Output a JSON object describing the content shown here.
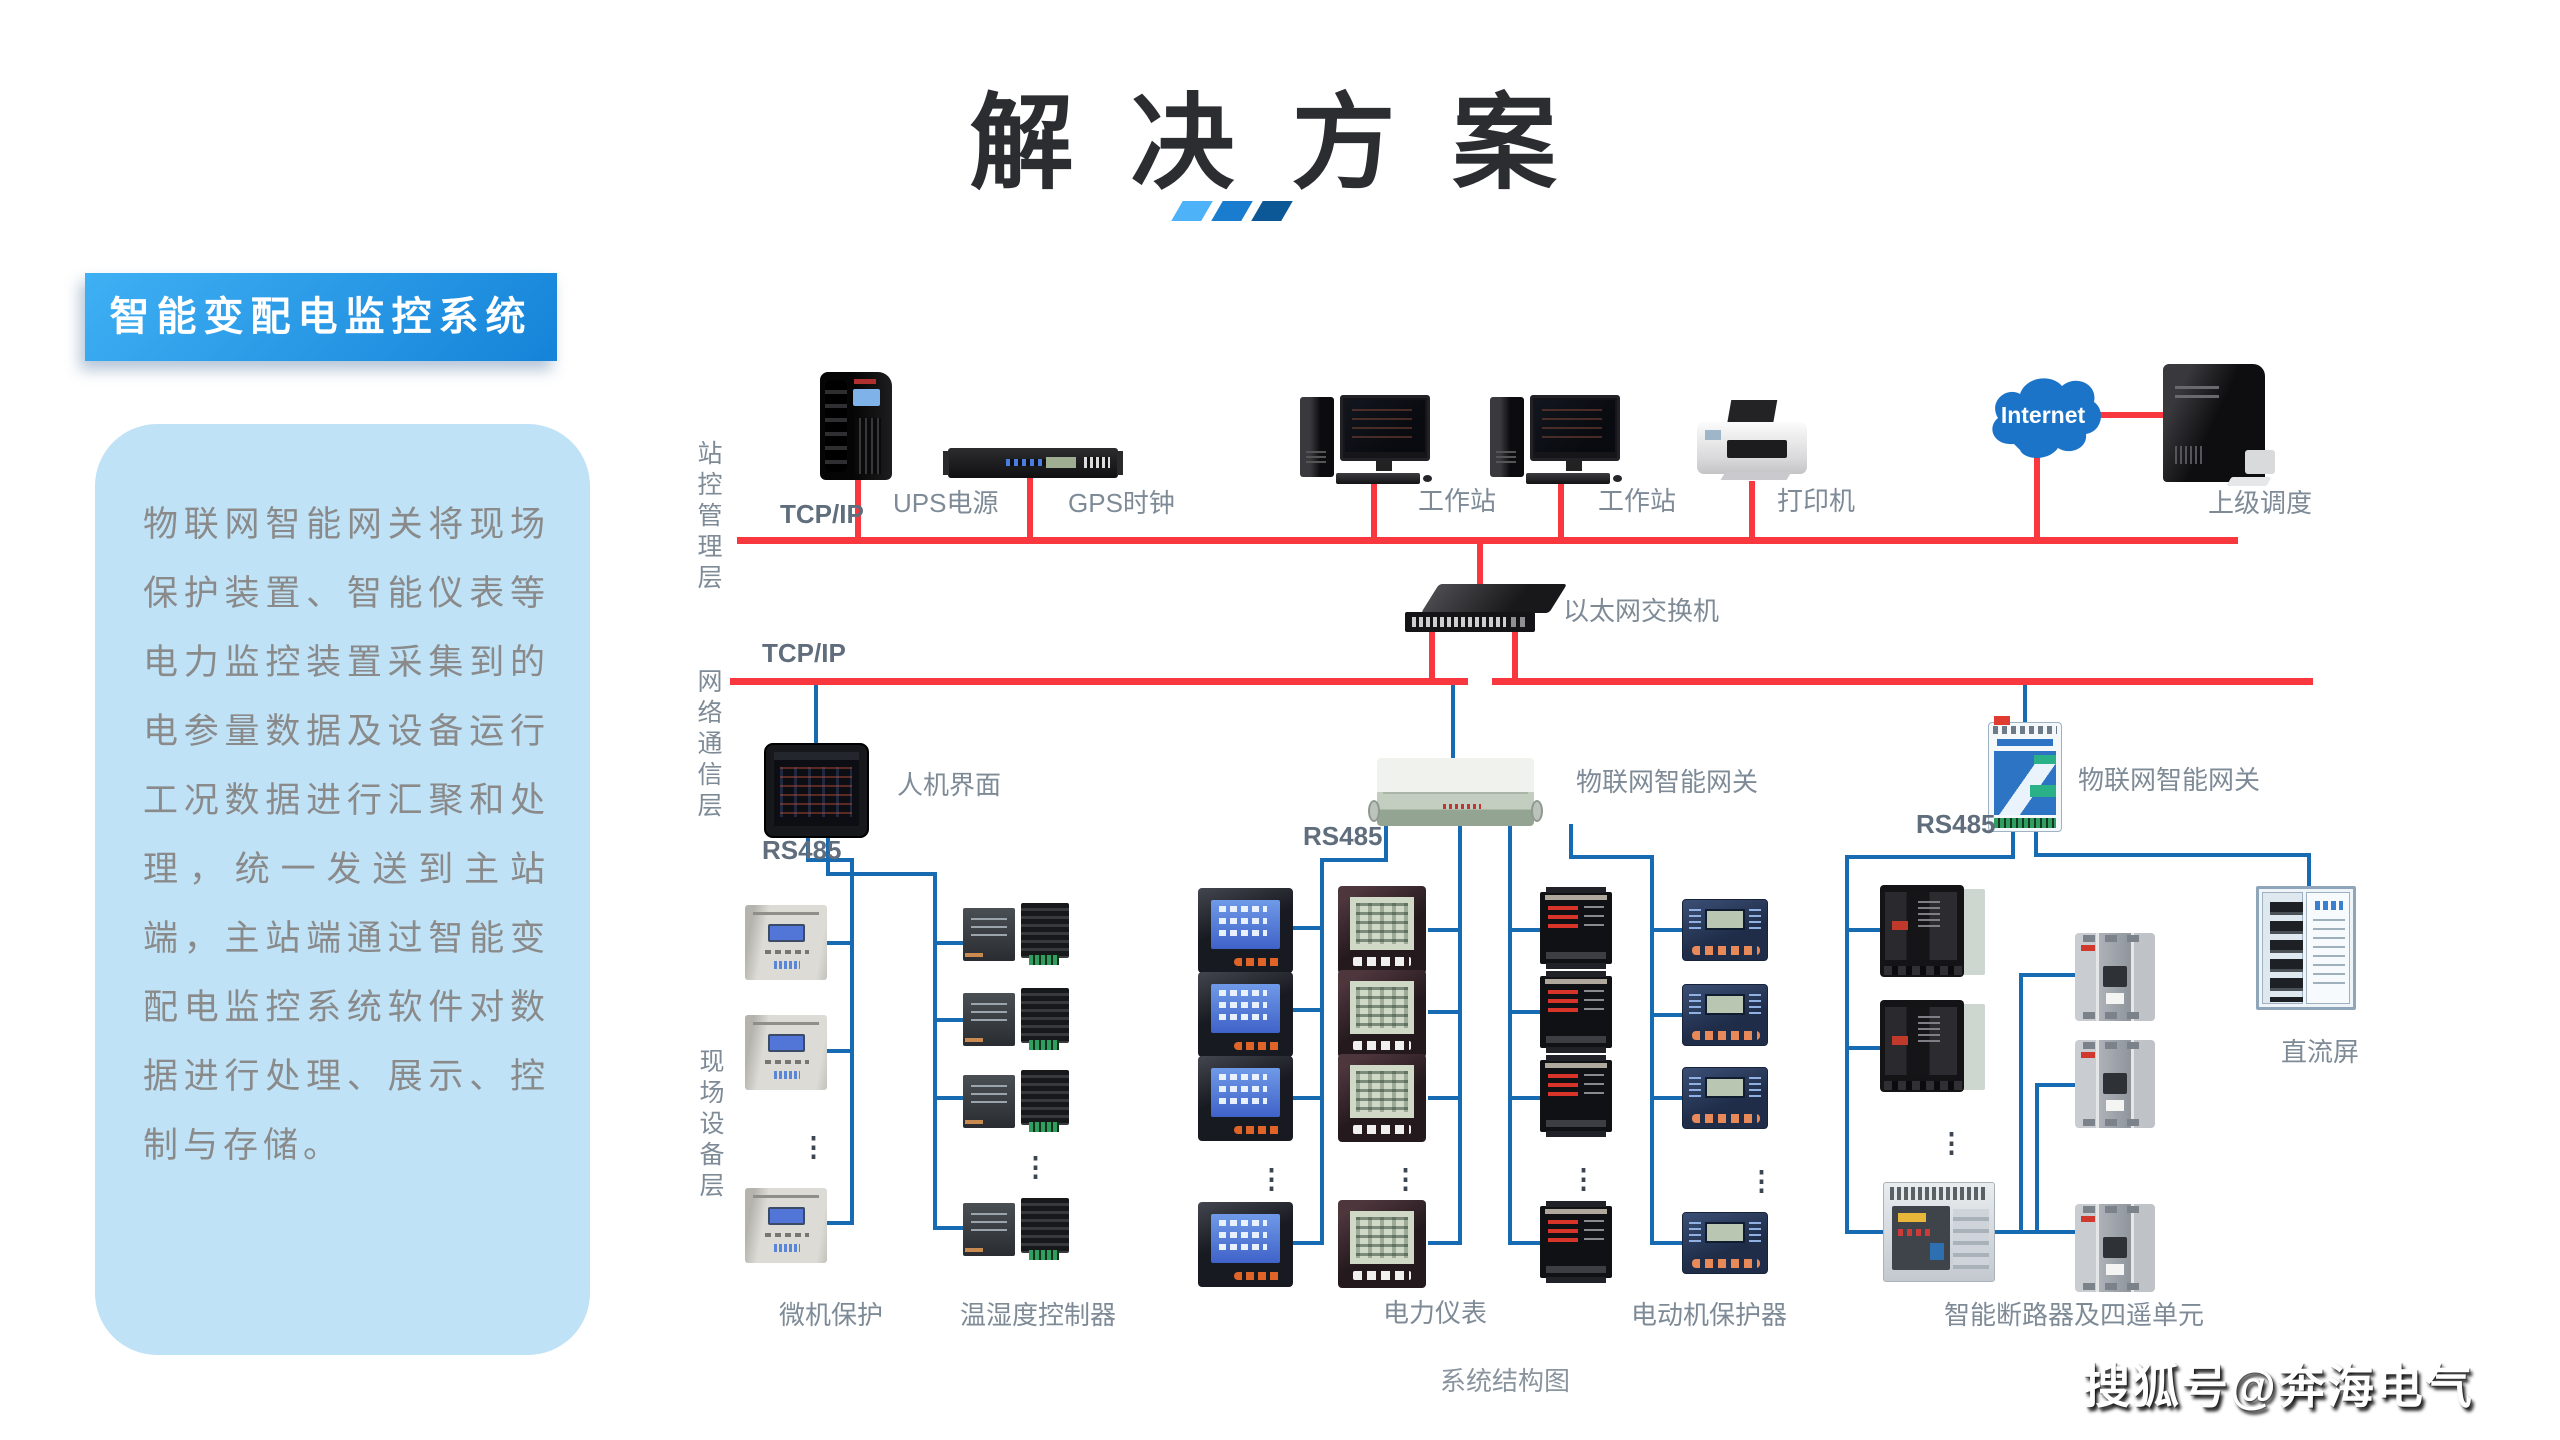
{
  "title": {
    "text": "解 决 方 案"
  },
  "sidebar": {
    "header": "智能变配电监控系统",
    "body": "物联网智能网关将现场保护装置、智能仪表等电力监控装置采集到的电参量数据及设备运行工况数据进行汇聚和处理，统一发送到主站端，主站端通过智能变配电监控系统软件对数据进行处理、展示、控制与存储。"
  },
  "layers": {
    "station": "站控管理层",
    "network": "网络通信层",
    "field": "现场设备层"
  },
  "protocols": {
    "tcpip_station": "TCP/IP",
    "tcpip_network": "TCP/IP",
    "rs485_hmi": "RS485",
    "rs485_gateway1": "RS485",
    "rs485_gateway2": "RS485"
  },
  "nodes": {
    "ups": "UPS电源",
    "gps": "GPS时钟",
    "workstation1": "工作站",
    "workstation2": "工作站",
    "printer": "打印机",
    "internet": "Internet",
    "upper_dispatch": "上级调度",
    "ethernet_switch": "以太网交换机",
    "hmi": "人机界面",
    "gateway1": "物联网智能网关",
    "gateway2": "物联网智能网关",
    "micro_protection": "微机保护",
    "temp_humidity_controller": "温湿度控制器",
    "power_meter": "电力仪表",
    "motor_protector": "电动机保护器",
    "smart_breaker_unit": "智能断路器及四遥单元",
    "dc_screen": "直流屏"
  },
  "ellipsis": "⋮",
  "caption": "系统结构图",
  "watermark": "搜狐号@奔海电气",
  "colors": {
    "header_blue": "#29a2ef",
    "panel_blue": "#bfe2f7",
    "bus_red": "#f8383e",
    "line_blue": "#176bb3",
    "internet_blue": "#1b74c8",
    "title_text": "#2b2d31",
    "label_gray": "#7e8b97",
    "paragraph_gray": "#8a8a8a",
    "arrow_light": "#4db2f8",
    "arrow_mid": "#1a7ccf",
    "arrow_dark": "#0c5796"
  }
}
